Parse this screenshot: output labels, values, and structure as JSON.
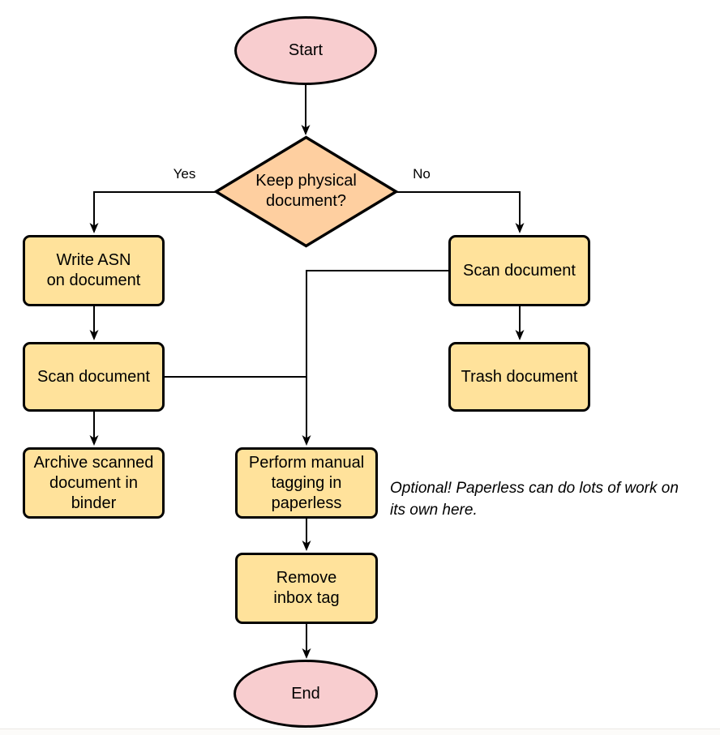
{
  "palette": {
    "terminator_fill": "#f8cdcf",
    "decision_fill": "#fecfa0",
    "process_fill": "#ffe29b",
    "stroke": "#000000"
  },
  "nodes": {
    "start": {
      "label": "Start",
      "type": "terminator"
    },
    "keep_physical": {
      "label": "Keep physical\ndocument?",
      "type": "decision"
    },
    "write_asn": {
      "label": "Write ASN\non document",
      "type": "process"
    },
    "scan_document_left": {
      "label": "Scan document",
      "type": "process"
    },
    "archive_binder": {
      "label": "Archive scanned\ndocument in\nbinder",
      "type": "process"
    },
    "scan_document_right": {
      "label": "Scan document",
      "type": "process"
    },
    "trash_document": {
      "label": "Trash document",
      "type": "process"
    },
    "manual_tagging": {
      "label": "Perform manual\ntagging in\npaperless",
      "type": "process"
    },
    "remove_inbox_tag": {
      "label": "Remove\ninbox tag",
      "type": "process"
    },
    "end": {
      "label": "End",
      "type": "terminator"
    }
  },
  "edge_labels": {
    "yes": "Yes",
    "no": "No"
  },
  "annotation": {
    "text": "Optional! Paperless can do lots of work on\nits own here."
  }
}
